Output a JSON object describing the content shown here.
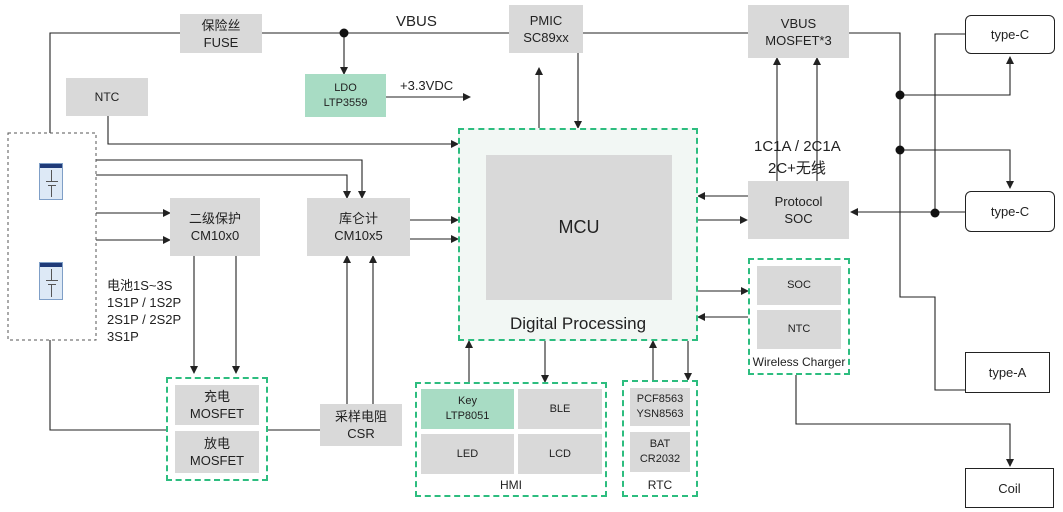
{
  "blocks": {
    "fuse": {
      "line1": "保险丝",
      "line2": "FUSE"
    },
    "pmic": {
      "line1": "PMIC",
      "line2": "SC89xx"
    },
    "vbus_mosfet": {
      "line1": "VBUS",
      "line2": "MOSFET*3"
    },
    "ntc_top": "NTC",
    "ldo": {
      "line1": "LDO",
      "line2": "LTP3559"
    },
    "protect": {
      "line1": "二级保护",
      "line2": "CM10x0"
    },
    "coulomb": {
      "line1": "库仑计",
      "line2": "CM10x5"
    },
    "mcu": "MCU",
    "protocol": {
      "line1": "Protocol",
      "line2": "SOC"
    },
    "charge_mosfet": {
      "line1": "充电",
      "line2": "MOSFET"
    },
    "discharge_mosfet": {
      "line1": "放电",
      "line2": "MOSFET"
    },
    "csr": {
      "line1": "采样电阻",
      "line2": "CSR"
    },
    "key": {
      "line1": "Key",
      "line2": "LTP8051"
    },
    "ble": "BLE",
    "led": "LED",
    "lcd": "LCD",
    "pcf": {
      "line1": "PCF8563",
      "line2": "YSN8563"
    },
    "bat": {
      "line1": "BAT",
      "line2": "CR2032"
    },
    "wc_soc": "SOC",
    "wc_ntc": "NTC",
    "coil": "Coil",
    "typec1": "type-C",
    "typec2": "type-C",
    "typea": "type-A"
  },
  "groups": {
    "digital": "Digital Processing",
    "hmi": "HMI",
    "rtc": "RTC",
    "wireless": "Wireless Charger"
  },
  "labels": {
    "vbus": "VBUS",
    "v33": "+3.3VDC",
    "mode1": "1C1A / 2C1A",
    "mode2": "2C+无线",
    "battery_config": [
      "电池1S~3S",
      "1S1P / 1S2P",
      "2S1P / 2S2P",
      "3S1P"
    ]
  },
  "colors": {
    "block_gray": "#d9d9d9",
    "block_green": "#a8dcc4",
    "group_border": "#2dbd7f",
    "wire": "#222222"
  }
}
